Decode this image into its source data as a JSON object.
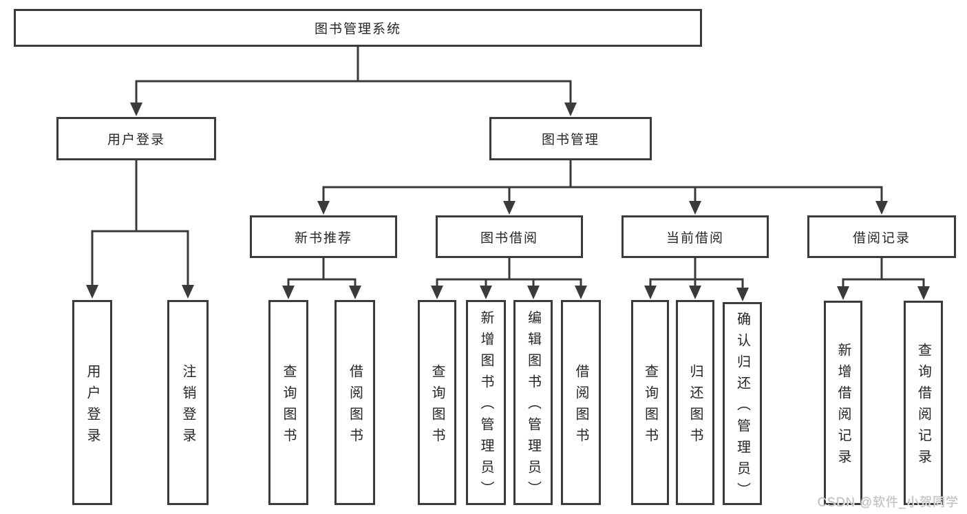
{
  "diagram": {
    "root": {
      "label": "图书管理系统"
    },
    "level2": [
      {
        "label": "用户登录"
      },
      {
        "label": "图书管理"
      }
    ],
    "level3": [
      {
        "label": "新书推荐"
      },
      {
        "label": "图书借阅"
      },
      {
        "label": "当前借阅"
      },
      {
        "label": "借阅记录"
      }
    ],
    "leaves": [
      {
        "label": "用户登录"
      },
      {
        "label": "注销登录"
      },
      {
        "label": "查询图书"
      },
      {
        "label": "借阅图书"
      },
      {
        "label": "查询图书"
      },
      {
        "label": "新增图书（管理员）"
      },
      {
        "label": "编辑图书（管理员）"
      },
      {
        "label": "借阅图书"
      },
      {
        "label": "查询图书"
      },
      {
        "label": "归还图书"
      },
      {
        "label": "确认归还（管理员）"
      },
      {
        "label": "新增借阅记录"
      },
      {
        "label": "查询借阅记录"
      }
    ]
  },
  "watermark": {
    "text": "CSDN @软件_小贺同学"
  },
  "colors": {
    "line": "#3a3a3a",
    "text": "#262626",
    "background": "#ffffff",
    "watermark": "#c0c0c0"
  }
}
